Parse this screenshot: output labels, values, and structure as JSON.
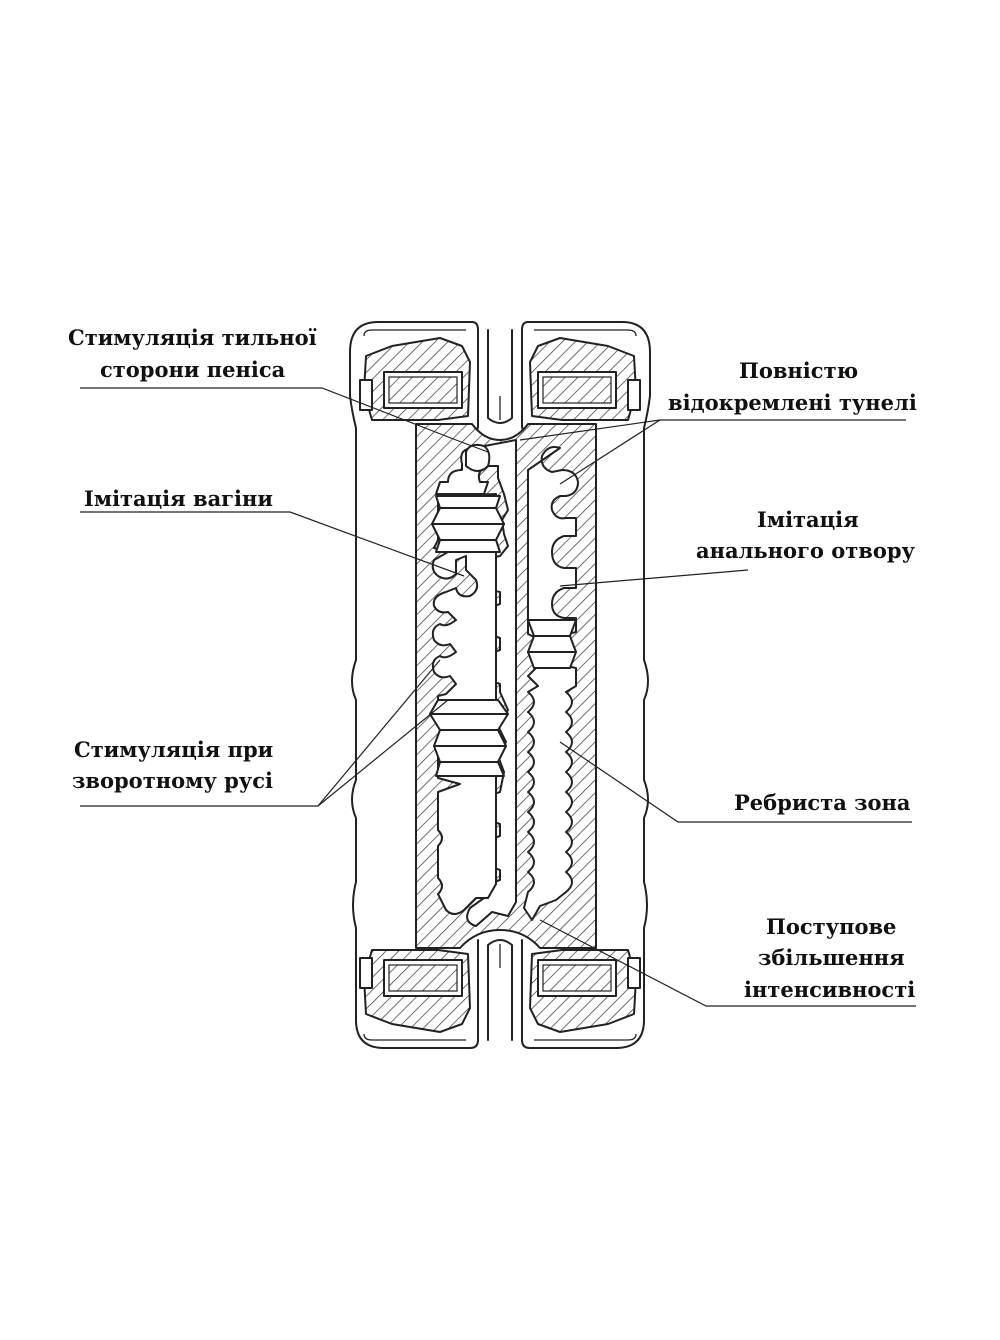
{
  "labels": {
    "back_side_1": "Стимуляція тильної",
    "back_side_2": "сторони пеніса",
    "separate_1": "Повністю",
    "separate_2": "відокремлені тунелі",
    "vagina": "Імітація вагіни",
    "anal_1": "Імітація",
    "anal_2": "анального отвору",
    "reverse_1": "Стимуляція при",
    "reverse_2": "зворотному русі",
    "ribbed": "Ребриста зона",
    "gradual_1": "Поступове",
    "gradual_2": "збільшення",
    "gradual_3": "інтенсивності"
  },
  "colors": {
    "line": "#222222",
    "text": "#111111",
    "background": "#ffffff"
  }
}
